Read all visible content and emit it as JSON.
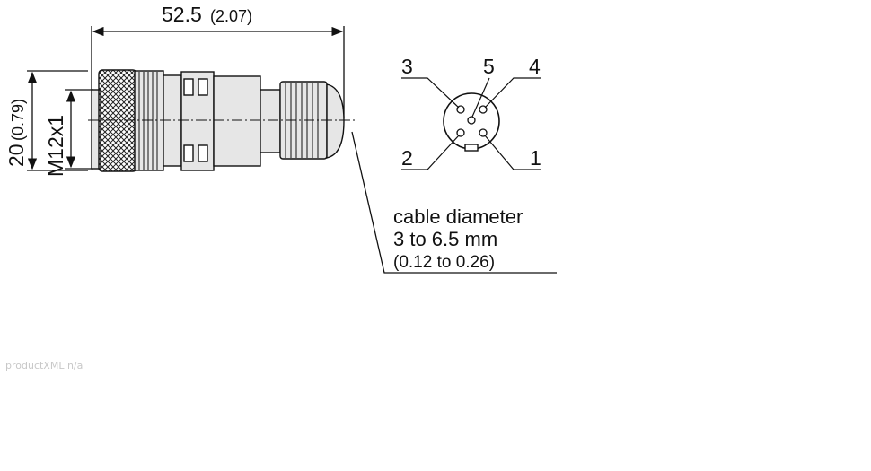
{
  "dimensions": {
    "length_value": "52.5",
    "length_alt": "(2.07)",
    "height_value": "20",
    "height_alt": "(0.79)",
    "thread": "M12x1"
  },
  "pinout": {
    "pins": [
      "3",
      "5",
      "4",
      "2",
      "1"
    ]
  },
  "cable_note": {
    "line1": "cable diameter",
    "line2": "3 to 6.5 mm",
    "line3": "(0.12 to 0.26)"
  },
  "footer": {
    "text": "productXML n/a"
  }
}
